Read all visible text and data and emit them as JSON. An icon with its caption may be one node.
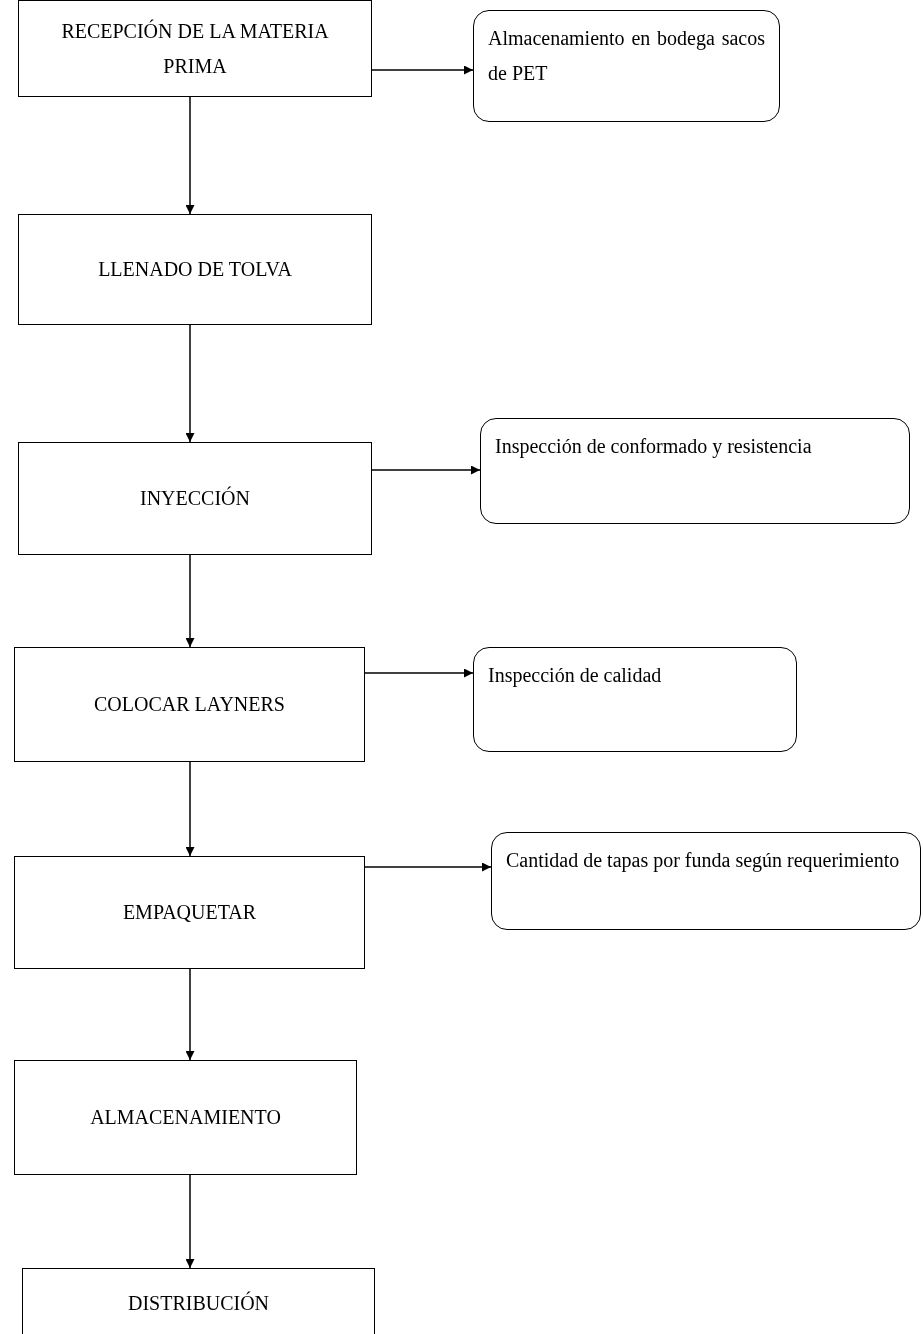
{
  "diagram": {
    "nodes": [
      {
        "text": [
          "RECEPCIÓN DE LA MATERIA PRIMA"
        ]
      },
      {
        "text": [
          "Almacenamiento en bodega sacos de PET"
        ]
      },
      {
        "text": [
          "LLENADO DE TOLVA"
        ]
      },
      {
        "text": [
          "INYECCIÓN"
        ]
      },
      {
        "text": [
          "Inspección de conformado y resistencia"
        ]
      },
      {
        "text": [
          "COLOCAR LAYNERS"
        ]
      },
      {
        "text": [
          "Inspección de calidad"
        ]
      },
      {
        "text": [
          "EMPAQUETAR"
        ]
      },
      {
        "text": [
          "Cantidad de tapas por funda según requerimiento"
        ]
      },
      {
        "text": [
          "ALMACENAMIENTO"
        ]
      },
      {
        "text": [
          "DISTRIBUCIÓN"
        ]
      }
    ],
    "edges": [
      {
        "from": 0,
        "to": 1,
        "arrow": "to"
      },
      {
        "from": 0,
        "to": 2,
        "arrow": "to"
      },
      {
        "from": 2,
        "to": 3,
        "arrow": "to"
      },
      {
        "from": 3,
        "to": 4,
        "arrow": "to"
      },
      {
        "from": 3,
        "to": 5,
        "arrow": "to"
      },
      {
        "from": 5,
        "to": 6,
        "arrow": "to"
      },
      {
        "from": 5,
        "to": 7,
        "arrow": "to"
      },
      {
        "from": 7,
        "to": 8,
        "arrow": "to"
      },
      {
        "from": 7,
        "to": 9,
        "arrow": "to"
      },
      {
        "from": 9,
        "to": 10,
        "arrow": "to"
      }
    ]
  }
}
